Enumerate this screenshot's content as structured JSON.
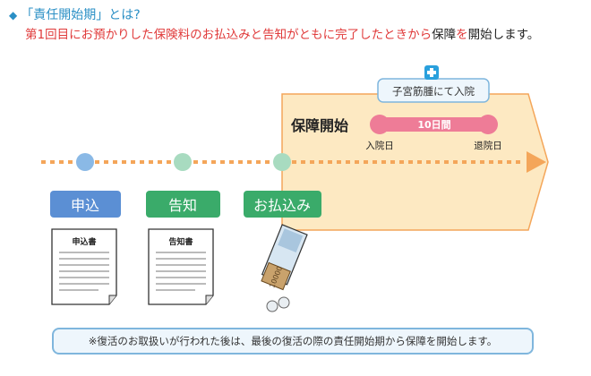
{
  "heading": {
    "diamond": "◆",
    "text": "「責任開始期」とは?"
  },
  "subline": {
    "red_text": "第1回目にお預かりした保険料のお払込みと告知がともに完了したときから",
    "dark_text_1": "保障",
    "red_text_2": "を",
    "dark_text_2": "開始します。"
  },
  "diagram": {
    "coverage_start_label": "保障開始",
    "hospitalization_label": "子宮筋腫にて入院",
    "days_label": "10日間",
    "admission_label": "入院日",
    "discharge_label": "退院日",
    "steps": [
      {
        "label": "申込",
        "color": "#5b8fd4"
      },
      {
        "label": "告知",
        "color": "#3aab6a"
      },
      {
        "label": "お払込み",
        "color": "#3aab6a"
      }
    ],
    "documents": [
      {
        "title": "申込書"
      },
      {
        "title": "告知書"
      }
    ],
    "banknote_text": "10000",
    "colors": {
      "timeline_dots": "#f4a65a",
      "arrow_fill": "#fde9c2",
      "arrow_stroke": "#f4a65a",
      "pink": "#ee7c97",
      "hospital_box_border": "#7fb6dd",
      "hospital_box_fill": "#eef6fc",
      "cross": "#29a0dd",
      "node_blue": "#8ab9e6",
      "node_green": "#a8dbc0"
    }
  },
  "note": {
    "text": "※復活のお取扱いが行われた後は、最後の復活の際の責任開始期から保障を開始します。"
  }
}
